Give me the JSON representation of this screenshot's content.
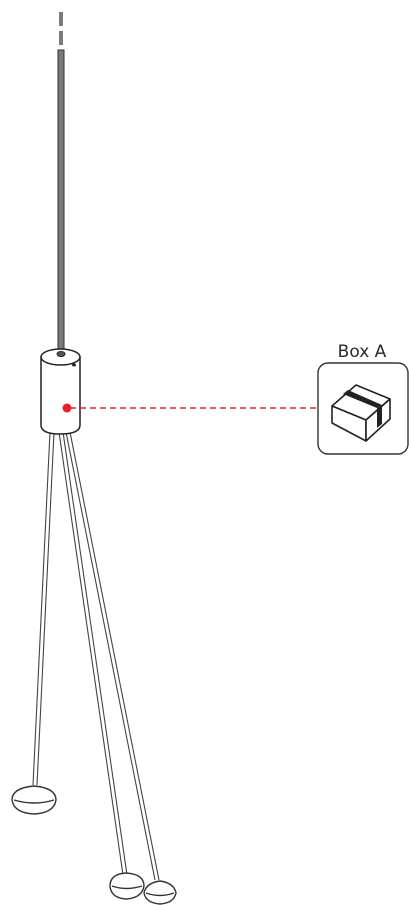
{
  "target": {
    "label": "Box A",
    "icon": "cardboard-box-icon"
  },
  "sensor": {
    "indicator_color": "#e8202a",
    "beam_color": "#e8202a"
  },
  "icons": {
    "pole": "mast-pole",
    "tripod": "tripod-legs",
    "sensor_unit": "cylinder-sensor"
  }
}
